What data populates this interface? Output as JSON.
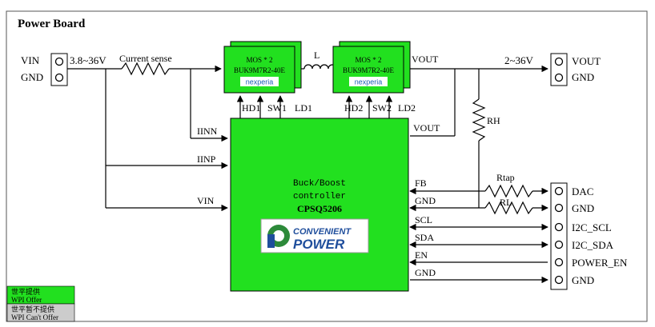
{
  "title": "Power Board",
  "colors": {
    "green": "#22e01f",
    "line": "#000000",
    "grey": "#cccccc",
    "border": "#555555"
  },
  "input_connector": {
    "vin": "VIN",
    "gnd": "GND",
    "range": "3.8~36V"
  },
  "current_sense": "Current sense",
  "inductor": "L",
  "mos1": {
    "line1": "MOS * 2",
    "line2": "BUK9M7R2-40E",
    "brand": "nexperia"
  },
  "mos2": {
    "line1": "MOS * 2",
    "line2": "BUK9M7R2-40E",
    "brand": "nexperia"
  },
  "mos1_pins": [
    "HD1",
    "SW1",
    "LD1"
  ],
  "mos2_pins": [
    "HD2",
    "SW2",
    "LD2"
  ],
  "vout_top": "VOUT",
  "output_connector": {
    "range": "2~36V",
    "vout": "VOUT",
    "gnd": "GND"
  },
  "rh": "RH",
  "controller": {
    "line1": "Buck/Boost",
    "line2": "controller",
    "part": "CPSQ5206"
  },
  "logo": {
    "word1": "CONVENIENT",
    "word2": "POWER"
  },
  "left_signals": {
    "iinn": "IINN",
    "iinp": "IINP",
    "vin": "VIN"
  },
  "right_signals": {
    "vout": "VOUT",
    "fb": "FB",
    "gnd1": "GND",
    "scl": "SCL",
    "sda": "SDA",
    "en": "EN",
    "gnd2": "GND"
  },
  "rtap": "Rtap",
  "rl": "RL",
  "header_pins": [
    "DAC",
    "GND",
    "I2C_SCL",
    "I2C_SDA",
    "POWER_EN",
    "GND"
  ],
  "legend": {
    "offer_cn": "世平提供",
    "offer_en": "WPI Offer",
    "nooffer_cn": "世平暂不提供",
    "nooffer_en": "WPI Can't Offer"
  }
}
